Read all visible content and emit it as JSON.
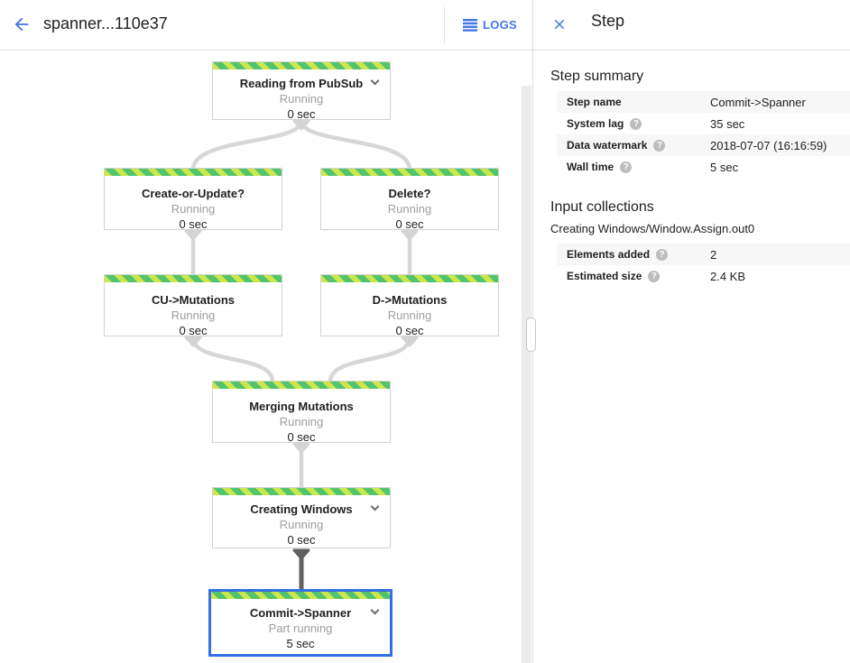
{
  "header": {
    "title": "spanner...110e37",
    "logs_label": "LOGS"
  },
  "panel": {
    "title": "Step",
    "step_summary": {
      "heading": "Step summary",
      "rows": [
        {
          "label": "Step name",
          "value": "Commit->Spanner"
        },
        {
          "label": "System lag",
          "value": "35 sec"
        },
        {
          "label": "Data watermark",
          "value": "2018-07-07 (16:16:59)"
        },
        {
          "label": "Wall time",
          "value": "5 sec"
        }
      ]
    },
    "input_collections": {
      "heading": "Input collections",
      "collection_name": "Creating Windows/Window.Assign.out0",
      "rows": [
        {
          "label": "Elements added",
          "value": "2"
        },
        {
          "label": "Estimated size",
          "value": "2.4 KB"
        }
      ]
    }
  },
  "graph": {
    "nodes": [
      {
        "title": "Reading from PubSub",
        "status": "Running",
        "time": "0 sec"
      },
      {
        "title": "Create-or-Update?",
        "status": "Running",
        "time": "0 sec"
      },
      {
        "title": "Delete?",
        "status": "Running",
        "time": "0 sec"
      },
      {
        "title": "CU->Mutations",
        "status": "Running",
        "time": "0 sec"
      },
      {
        "title": "D->Mutations",
        "status": "Running",
        "time": "0 sec"
      },
      {
        "title": "Merging Mutations",
        "status": "Running",
        "time": "0 sec"
      },
      {
        "title": "Creating Windows",
        "status": "Running",
        "time": "0 sec"
      },
      {
        "title": "Commit->Spanner",
        "status": "Part running",
        "time": "5 sec"
      }
    ]
  },
  "icons": {
    "help": "?"
  },
  "colors": {
    "accent_blue": "#4176e8",
    "selected_border": "#3470e4",
    "stripe_green": "#52c36e",
    "stripe_lime": "#cde64c",
    "edge_gray": "#d7d7d7",
    "edge_dark": "#5f5f5f",
    "status_gray": "#9e9e9e",
    "row_alt_bg": "#f7f7f7"
  }
}
